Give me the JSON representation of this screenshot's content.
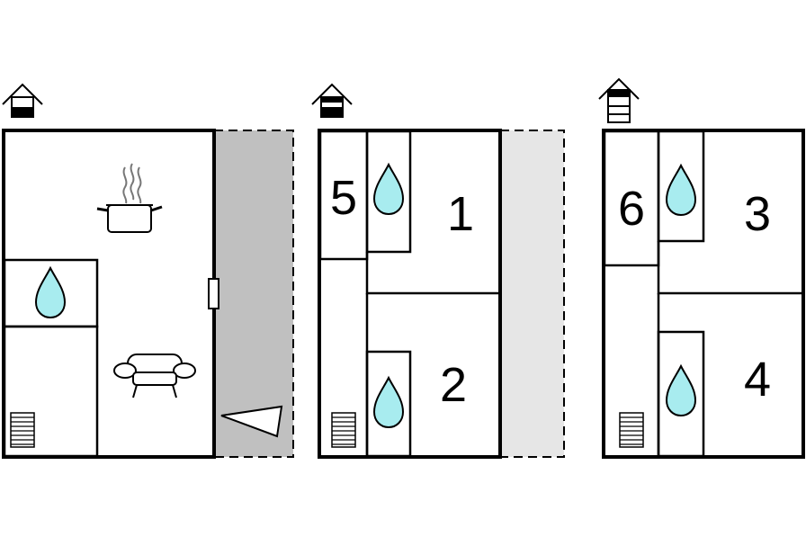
{
  "colors": {
    "outline": "#000000",
    "water": "#a8ecef",
    "terrace_dark": "#c0c0c0",
    "terrace_light": "#e6e6e6",
    "background": "#ffffff"
  },
  "floors": [
    {
      "level_indicator": "ground-floor",
      "rooms": [],
      "icons": [
        "kitchen-pot-icon",
        "bathroom-drop-icon",
        "sofa-icon",
        "stairs-icon",
        "door-icon",
        "terrace-seat-icon"
      ]
    },
    {
      "level_indicator": "first-floor",
      "rooms": [
        {
          "label": "5"
        },
        {
          "label": "1"
        },
        {
          "label": "2"
        }
      ],
      "icons": [
        "bathroom-drop-icon",
        "bathroom-drop-icon",
        "stairs-icon"
      ]
    },
    {
      "level_indicator": "second-floor",
      "rooms": [
        {
          "label": "6"
        },
        {
          "label": "3"
        },
        {
          "label": "4"
        }
      ],
      "icons": [
        "bathroom-drop-icon",
        "bathroom-drop-icon",
        "stairs-icon"
      ]
    }
  ]
}
